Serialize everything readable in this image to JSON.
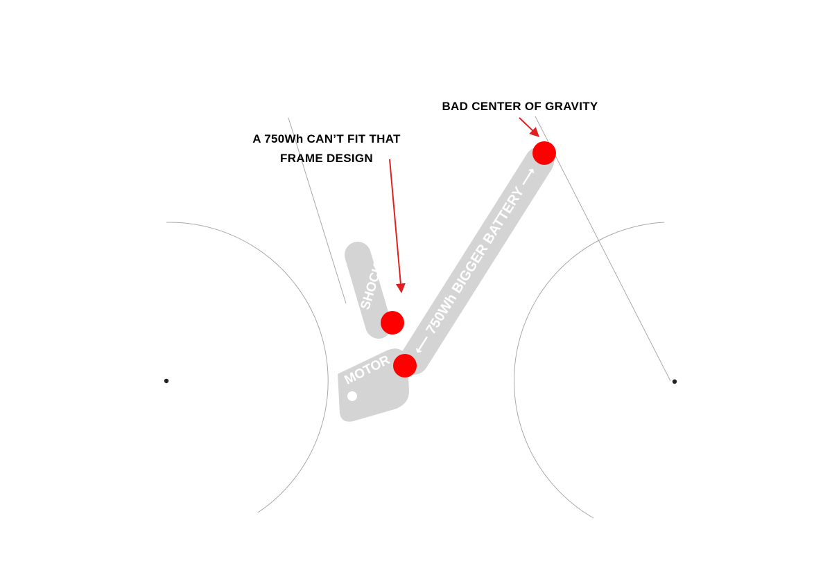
{
  "annotations": {
    "center_of_gravity": "BAD CENTER OF GRAVITY",
    "frame_fit_line1": "A 750Wh CAN’T FIT THAT",
    "frame_fit_line2": "FRAME DESIGN"
  },
  "components": {
    "shock_label": "SHOCK",
    "motor_label": "MOTOR",
    "battery_label": "⟵ 750Wh BIGGER BATTERY ⟶"
  },
  "colors": {
    "component_fill": "#d4d4d4",
    "marker": "#ff0000",
    "arrow": "#e02020",
    "outline": "#9a9a9a",
    "axle": "#222222"
  },
  "icons": [
    "rear-axle-icon",
    "front-axle-icon",
    "arrow-icon",
    "marker-dot-icon"
  ]
}
